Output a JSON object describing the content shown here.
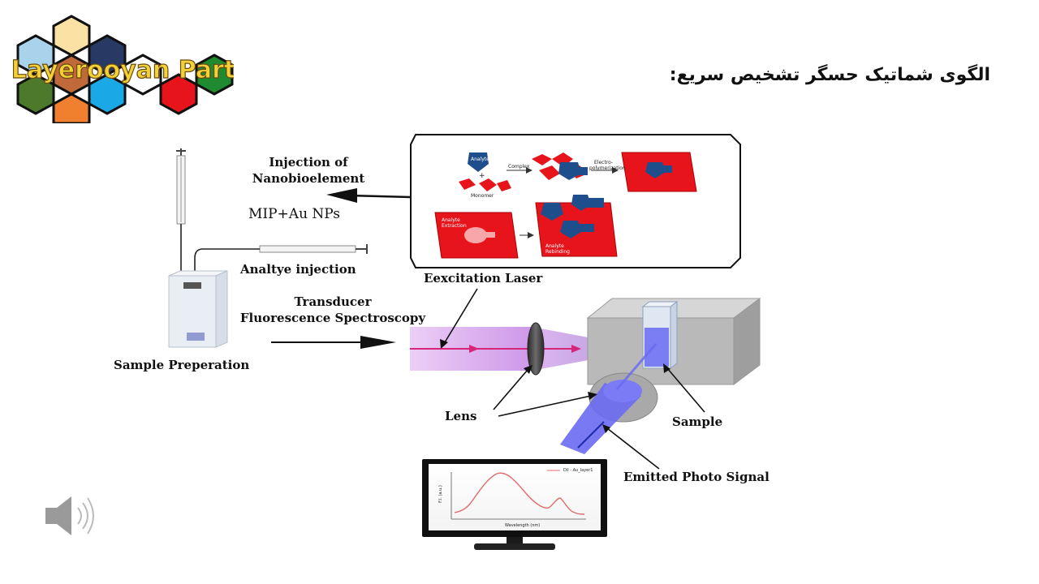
{
  "slide": {
    "logo_text": "Layerooyan Part",
    "title": "الگوی شماتیک حسگر تشخیص سریع:"
  },
  "labels": {
    "injection_line1": "Injection of",
    "injection_line2": "Nanobioelement",
    "mip": "MIP+Au NPs",
    "analyte_injection": "Analtye injection",
    "excitation_laser": "Eexcitation Laser",
    "transducer_line1": "Transducer",
    "transducer_line2": "Fluorescence Spectroscopy",
    "sample_preparation": "Sample Preperation",
    "lens": "Lens",
    "sample": "Sample",
    "emitted": "Emitted Photo Signal"
  },
  "inset": {
    "analyte": "Analyte",
    "complex": "Complex",
    "electro_line1": "Electro-",
    "electro_line2": "polymerization",
    "monomer": "Monomer",
    "extraction_line1": "Analyte",
    "extraction_line2": "Extraction",
    "rebinding_line1": "Analyte",
    "rebinding_line2": "Rebinding"
  },
  "monitor": {
    "legend": "Dil - Au_layer1",
    "xlabel": "Wavelength (nm)",
    "ylabel": "F.I. (a.u.)"
  },
  "colors": {
    "red": "#e8141c",
    "blue": "#1f4e8c",
    "laser_beam": "#d9a3f0",
    "emission_beam": "#6a6af2"
  },
  "icons": [
    "speaker-icon",
    "syringe-icon",
    "cuvette-icon",
    "lens-icon"
  ]
}
